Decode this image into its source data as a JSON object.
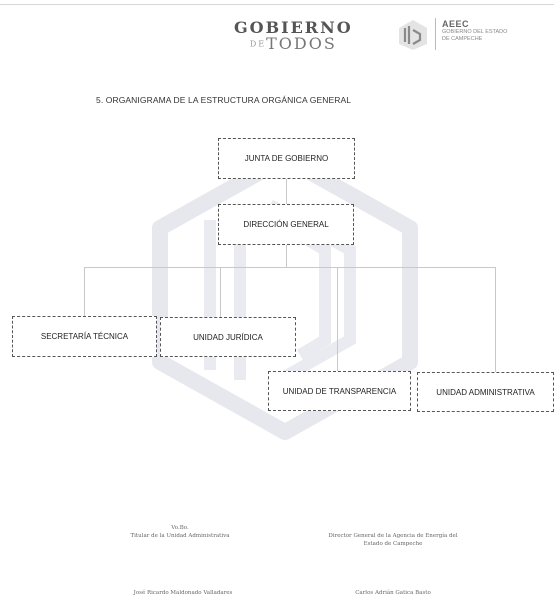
{
  "header": {
    "logo_left_line1": "GOBIERNO",
    "logo_left_de": "DE",
    "logo_left_line2": "TODOS",
    "logo_right_title": "AEEC",
    "logo_right_sub1": "GOBIERNO DEL ESTADO",
    "logo_right_sub2": "DE CAMPECHE"
  },
  "section_title": "5. ORGANIGRAMA DE LA ESTRUCTURA ORGÁNICA GENERAL",
  "orgchart": {
    "root": "JUNTA DE GOBIERNO",
    "level2": "DIRECCIÓN GENERAL",
    "units": [
      "SECRETARÍA TÉCNICA",
      "UNIDAD JURÍDICA",
      "UNIDAD DE TRANSPARENCIA",
      "UNIDAD ADMINISTRATIVA"
    ]
  },
  "signatures": {
    "left_line1": "Vo.Bo.",
    "left_line2": "Titular de la Unidad Administrativa",
    "right_line1": "Director General de la Agencia de Energía del",
    "right_line2": "Estado de Campeche",
    "left_name": "José Ricardo Maldonado Valladares",
    "right_name": "Carlos Adrián Gatica Basto"
  },
  "colors": {
    "box_border": "#555555",
    "connector": "#c9c9c9",
    "watermark": "#e6e8ee"
  }
}
